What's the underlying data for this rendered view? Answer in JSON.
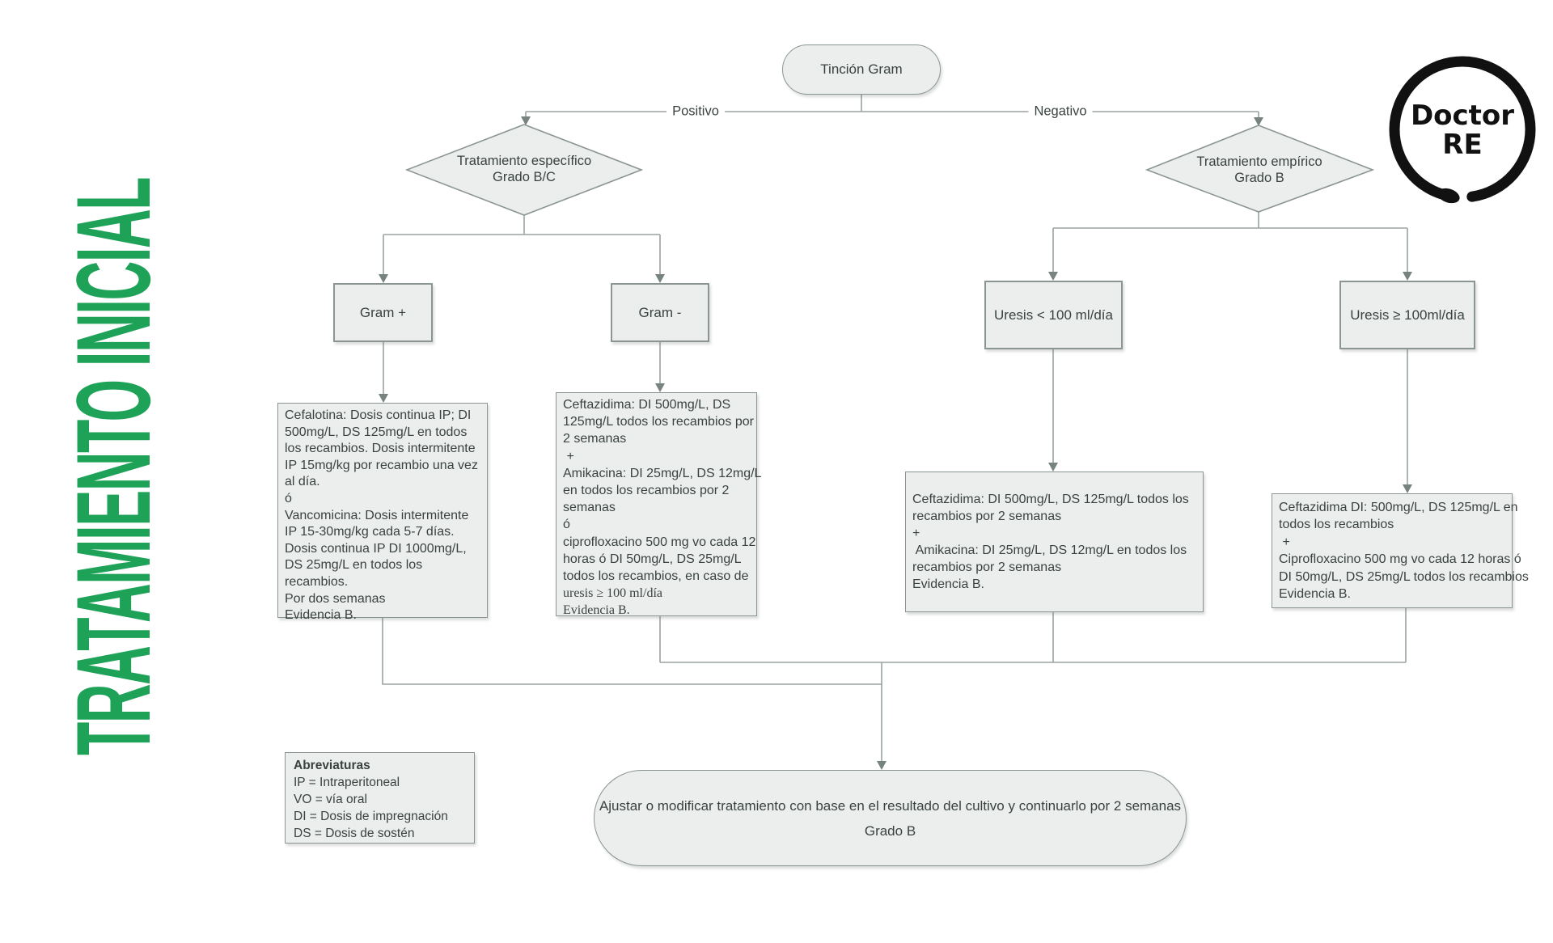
{
  "title": "TRATAMIENTO INICIAL",
  "colors": {
    "accent": "#1ea258",
    "node_fill": "#ebeeec",
    "node_border": "#8b9591",
    "wire": "#9aa39f",
    "arrow": "#77837f",
    "text": "#3a423f",
    "logo": "#111111"
  },
  "logo": {
    "line1": "Doctor",
    "line2": "RE"
  },
  "nodes": {
    "start": {
      "label": "Tinción Gram"
    },
    "edge_positive": {
      "label": "Positivo"
    },
    "edge_negative": {
      "label": "Negativo"
    },
    "decision_left": {
      "line1": "Tratamiento específico",
      "line2": "Grado B/C"
    },
    "decision_right": {
      "line1": "Tratamiento empírico",
      "line2": "Grado B"
    },
    "gram_positive": {
      "label": "Gram +"
    },
    "gram_negative": {
      "label": "Gram -"
    },
    "uresis_low": {
      "label": "Uresis < 100 ml/día"
    },
    "uresis_high": {
      "label": "Uresis ≥ 100ml/día"
    },
    "treatment_gram_positive": {
      "lines": [
        "Cefalotina: Dosis continua IP; DI",
        "500mg/L, DS 125mg/L en todos",
        "los recambios. Dosis intermitente",
        "IP 15mg/kg por recambio una vez",
        "al día.",
        "ó",
        "Vancomicina: Dosis intermitente",
        "IP 15-30mg/kg cada 5-7 días.",
        "Dosis continua IP DI 1000mg/L,",
        "DS 25mg/L en todos los",
        "recambios.",
        "Por dos semanas",
        "Evidencia B."
      ]
    },
    "treatment_gram_negative": {
      "lines": [
        "Ceftazidima: DI 500mg/L, DS",
        "125mg/L todos los recambios por",
        "2 semanas",
        " +",
        "Amikacina: DI 25mg/L, DS 12mg/L",
        "en todos los recambios por 2",
        "semanas",
        "ó",
        "ciprofloxacino 500 mg vo cada 12",
        "horas ó DI 50mg/L, DS 25mg/L",
        "todos los recambios, en caso de"
      ],
      "serif_lines": [
        "uresis ≥ 100 ml/día",
        "Evidencia B."
      ]
    },
    "treatment_uresis_low": {
      "lines": [
        "Ceftazidima: DI 500mg/L, DS 125mg/L todos los",
        "recambios por 2 semanas",
        "+",
        " Amikacina: DI 25mg/L, DS 12mg/L en todos los",
        "recambios por 2 semanas",
        "Evidencia B."
      ]
    },
    "treatment_uresis_high": {
      "lines": [
        "Ceftazidima DI: 500mg/L, DS 125mg/L en",
        "todos los recambios",
        " +",
        "Ciprofloxacino 500 mg vo cada 12 horas ó",
        "DI 50mg/L, DS 25mg/L todos los recambios",
        "Evidencia B."
      ]
    },
    "abbreviations": {
      "heading": "Abreviaturas",
      "lines": [
        "IP = Intraperitoneal",
        "VO = vía oral",
        "DI = Dosis de impregnación",
        "DS = Dosis de sostén"
      ]
    },
    "final": {
      "line1": "Ajustar o modificar tratamiento con base en el resultado del cultivo y continuarlo por 2 semanas",
      "line2": "Grado B"
    }
  }
}
